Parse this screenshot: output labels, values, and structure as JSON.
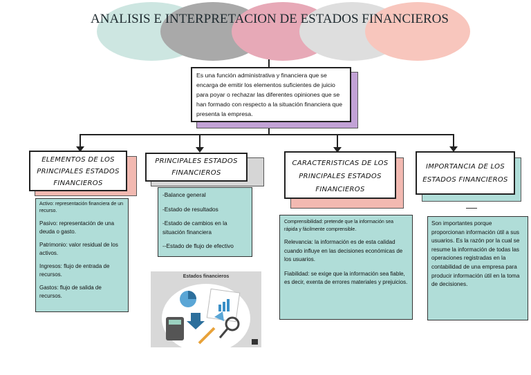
{
  "title": "ANALISIS E INTERPRETACION DE ESTADOS FINANCIEROS",
  "colors": {
    "ellipse_1": "#cde6e1",
    "ellipse_2": "#a9a9a9",
    "ellipse_3": "#e7a9b7",
    "ellipse_4": "#dedede",
    "ellipse_5": "#f8c6bd",
    "teal_box": "#b0ddd8",
    "purple_shadow": "#c2a2d6",
    "pink_shadow": "#f2b9b1",
    "gray_shadow": "#d6d6d6"
  },
  "definition": "Es una función administrativa y financiera que se encarga de emitir los elementos suficientes de juicio para poyar o rechazar las diferentes opiniones que se han formado con respecto a la situación financiera que presenta la empresa.",
  "branches": {
    "elementos": {
      "heading": "ELEMENTOS DE LOS PRINCIPALES ESTADOS FINANCIEROS",
      "items": [
        "Activo: representación financiera de un recurso.",
        "Pasivo: representación de una deuda o gasto.",
        "Patrimonio: valor residual de los activos.",
        "Ingresos: flujo de entrada de recursos.",
        "Gastos: flujo de salida de recursos."
      ]
    },
    "principales": {
      "heading": "PRINCIPALES ESTADOS FINANCIEROS",
      "items": [
        "-Balance general",
        "-Estado de resultados",
        "-Estado de cambios en la situación financiera",
        "--Estado de flujo de efectivo"
      ],
      "image_label": "Estados financieros"
    },
    "caracteristicas": {
      "heading": "CARACTERISTICAS DE LOS PRINCIPALES ESTADOS FINANCIEROS",
      "items": [
        "Comprensibilidad: pretende que la información sea rápida y fácilmente comprensible.",
        "Relevancia: la información es de esta calidad cuando influye en las decisiones económicas de los usuarios.",
        "Fiabilidad: se exige que la información sea fiable, es decir, exenta de errores materiales y prejuicios."
      ]
    },
    "importancia": {
      "heading": "IMPORTANCIA DE LOS ESTADOS FINANCIEROS",
      "text": "Son importantes porque proporcionan información útil a sus usuarios. Es la razón por la cual se resume la información de todas las operaciones registradas en la contabilidad de una empresa para producir información útil en la toma de decisiones."
    }
  }
}
